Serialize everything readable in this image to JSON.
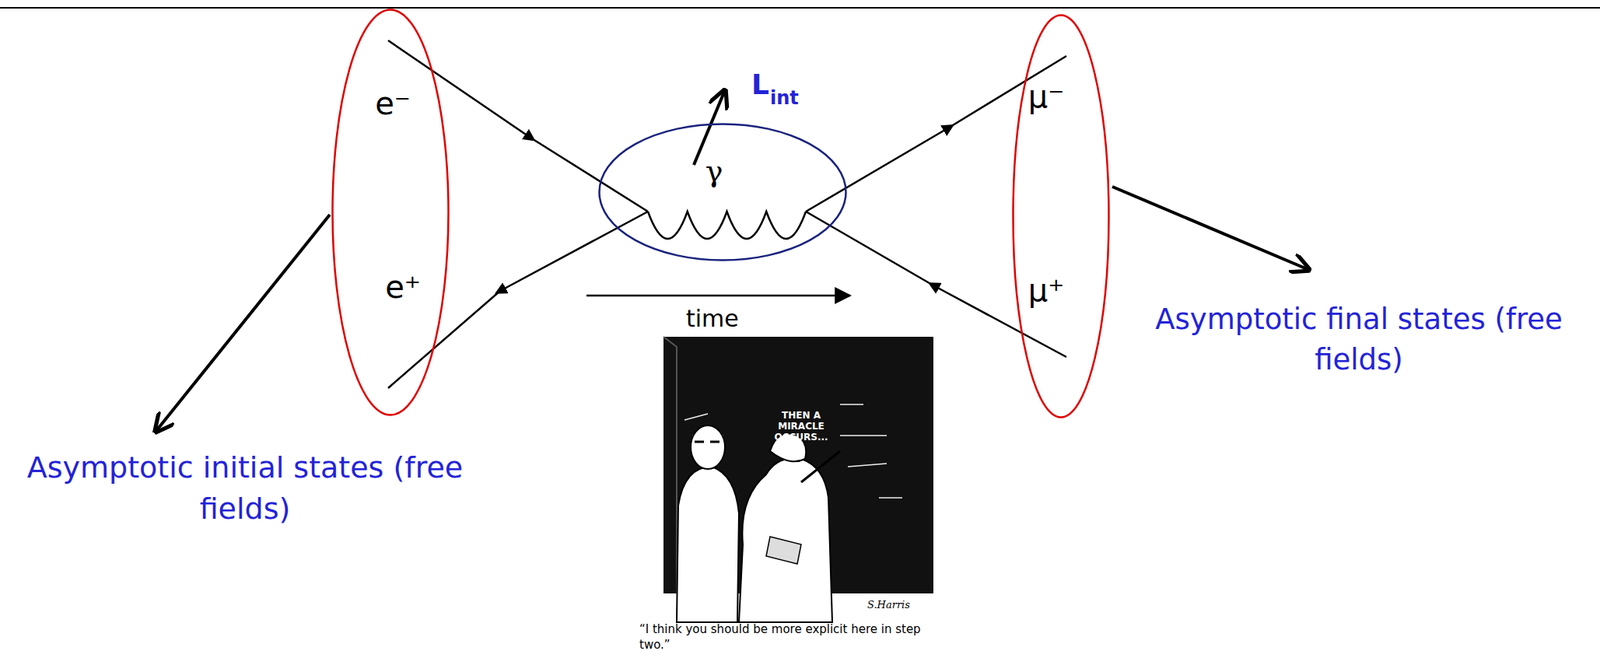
{
  "diagram": {
    "nodes": [
      {
        "text": [
          "e⁻",
          "e⁺"
        ]
      },
      {
        "text": [
          "γ"
        ]
      },
      {
        "text": [
          "μ⁻",
          "μ⁺"
        ]
      }
    ],
    "labels": [
      "L",
      "int",
      "time",
      "Asymptotic initial states (free fields)",
      "Asymptotic final states (free fields)",
      "THEN A MIRACLE OCCURS...",
      "S.Harris",
      "“I think you should be more explicit here in step two.”"
    ]
  }
}
